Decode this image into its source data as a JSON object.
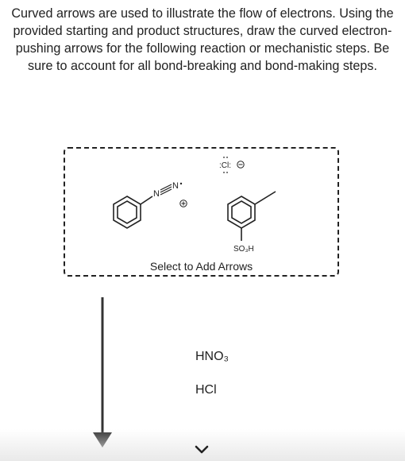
{
  "instructions": "Curved arrows are used to illustrate the flow of electrons. Using the provided starting and product structures, draw the curved electron-pushing arrows for the following reaction or mechanistic steps. Be sure to account for all bond-breaking and bond-making steps.",
  "canvas": {
    "select_label": "Select to Add Arrows",
    "chloride_label": ":Cl:",
    "diazonium_n1": "N",
    "diazonium_n2": "N",
    "product_substituent": "SO₃H"
  },
  "reagents": [
    "HNO₃",
    "HCl"
  ],
  "icons": {
    "reaction_arrow": "down-arrow-icon",
    "expand": "chevron-down-icon",
    "charge_plus": "plus-circle-icon",
    "charge_minus": "minus-circle-icon"
  }
}
